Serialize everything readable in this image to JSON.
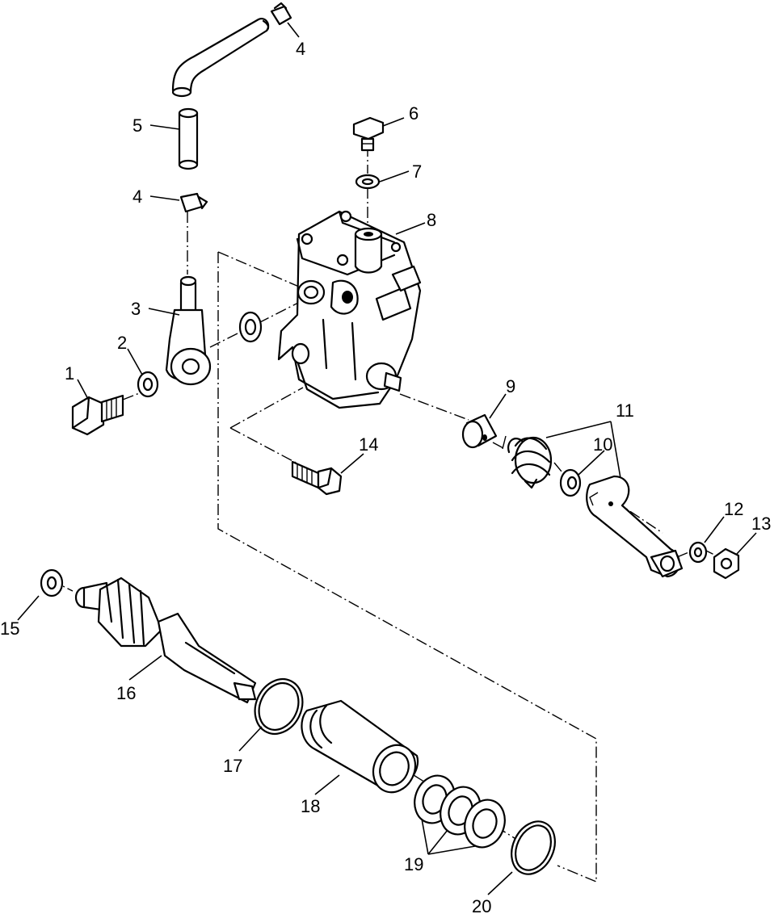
{
  "diagram": {
    "callouts": {
      "c1": "1",
      "c2": "2",
      "c3": "3",
      "c4a": "4",
      "c4b": "4",
      "c5": "5",
      "c6": "6",
      "c7": "7",
      "c8": "8",
      "c9": "9",
      "c10": "10",
      "c11": "11",
      "c12": "12",
      "c13": "13",
      "c14": "14",
      "c15": "15",
      "c16": "16",
      "c17": "17",
      "c18": "18",
      "c19": "19",
      "c20": "20"
    },
    "colors": {
      "line": "#000000",
      "background": "#ffffff"
    }
  }
}
